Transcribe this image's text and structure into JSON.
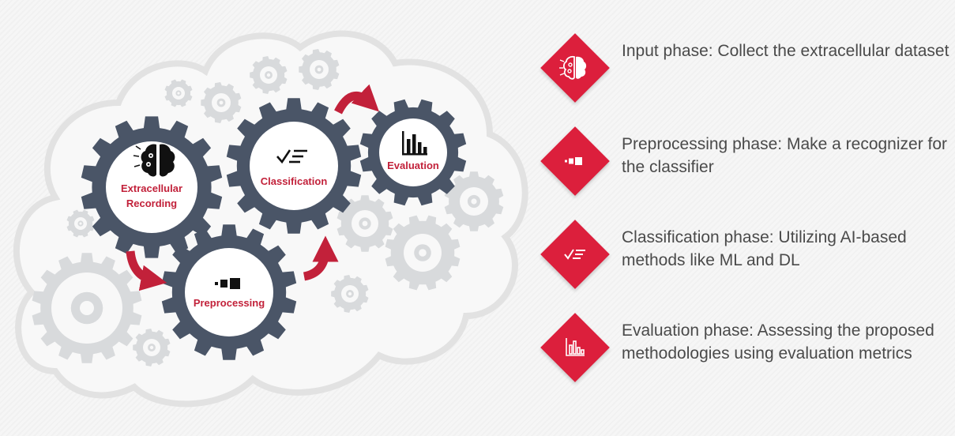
{
  "gears": {
    "extracellular_line1": "Extracellular",
    "extracellular_line2": "Recording",
    "classification": "Classification",
    "evaluation": "Evaluation",
    "preprocessing": "Preprocessing"
  },
  "phases": [
    {
      "icon": "brain-icon",
      "text": "Input phase: Collect the extracellular dataset"
    },
    {
      "icon": "blocks-icon",
      "text": "Preprocessing phase: Make a recognizer for the classifier"
    },
    {
      "icon": "checklist-icon",
      "text": "Classification phase: Utilizing AI-based methods like ML and DL"
    },
    {
      "icon": "bar-chart-icon",
      "text": "Evaluation phase: Assessing the proposed methodologies using evaluation metrics"
    }
  ],
  "colors": {
    "accent": "#dc1f3c",
    "gear_dark": "#4a5567",
    "gear_light": "#d8dadc",
    "text": "#4a4a4a"
  }
}
